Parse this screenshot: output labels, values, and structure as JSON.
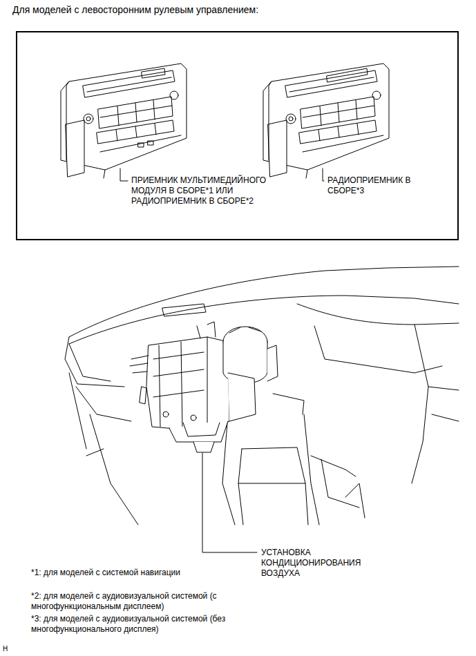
{
  "diagram": {
    "title": "Для моделей с левосторонним рулевым управлением:",
    "nodes": [
      {
        "text": [
          "ПРИЕМНИК МУЛЬТИМЕДИЙНОГО МОДУЛЯ В СБОРЕ*1 ИЛИ РАДИОПРИЕМНИК В СБОРЕ*2",
          "РАДИОПРИЕМНИК В СБОРЕ*3"
        ]
      }
    ],
    "labels": [
      "УСТАНОВКА КОНДИЦИОНИРОВАНИЯ ВОЗДУХА",
      "*1: для моделей с системой навигации",
      "*2: для моделей с аудиовизуальной системой (с многофункциональным дисплеем)",
      "*3: для моделей с аудиовизуальной системой (без многофункционального дисплея)",
      "H"
    ]
  }
}
